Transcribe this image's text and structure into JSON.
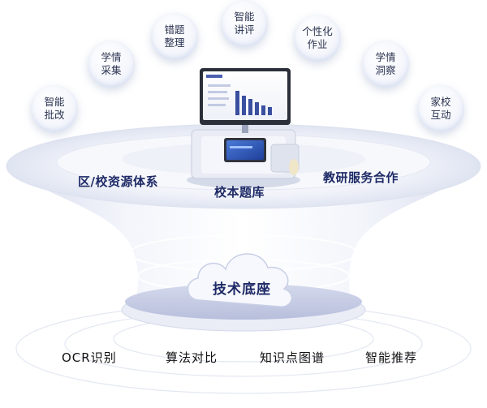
{
  "bubbles": [
    {
      "line1": "智能",
      "line2": "批改"
    },
    {
      "line1": "学情",
      "line2": "采集"
    },
    {
      "line1": "错题",
      "line2": "整理"
    },
    {
      "line1": "智能",
      "line2": "讲评"
    },
    {
      "line1": "个性化",
      "line2": "作业"
    },
    {
      "line1": "学情",
      "line2": "洞察"
    },
    {
      "line1": "家校",
      "line2": "互动"
    }
  ],
  "ring_labels": {
    "left": "区/校资源体系",
    "center": "校本题库",
    "right": "教研服务合作"
  },
  "core": {
    "label": "技术底座"
  },
  "bottom_labels": [
    "OCR识别",
    "算法对比",
    "知识点图谱",
    "智能推荐"
  ],
  "colors": {
    "label_blue": "#1e2a66",
    "bubble_text": "#2a3350",
    "funnel_light": "#eef1f8",
    "funnel_shade": "#c9d0e6",
    "core_top": "#c3c9e2"
  },
  "icons": [
    "cloud-icon",
    "kiosk-device-icon"
  ]
}
